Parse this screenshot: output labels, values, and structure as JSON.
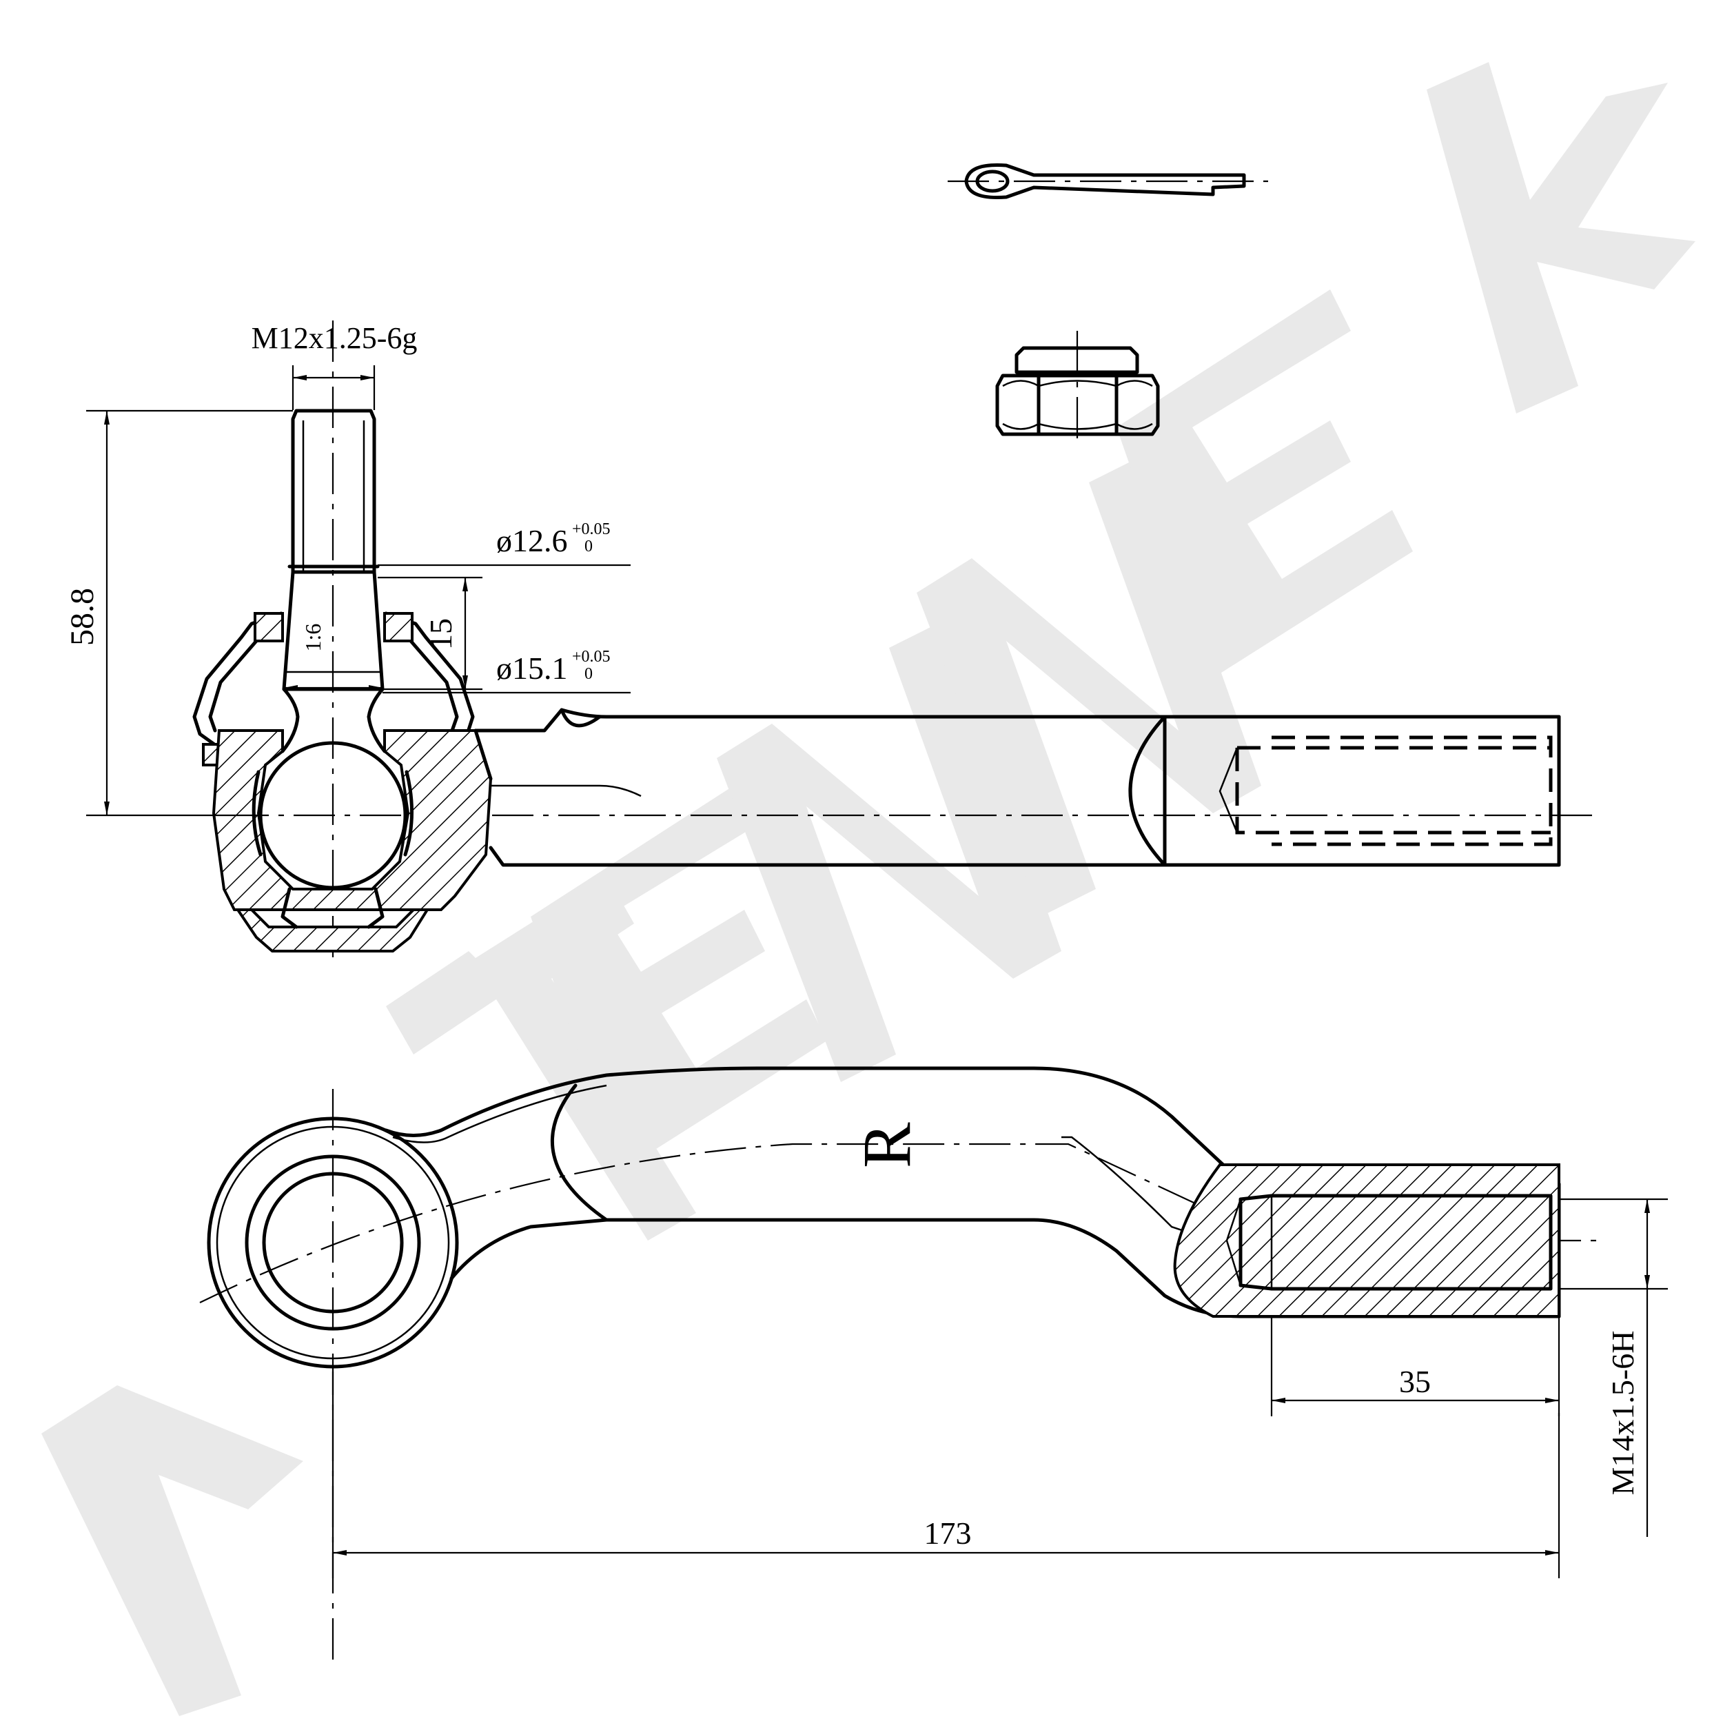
{
  "watermark": {
    "text": "ZENNEK",
    "color": "#e9e9e9"
  },
  "dimensions": {
    "stud_thread": "M12x1.25-6g",
    "height": "58.8",
    "dia_small": {
      "value": "ø12.6",
      "upper": "+0.05",
      "lower": "0"
    },
    "dia_large": {
      "value": "ø15.1",
      "upper": "+0.05",
      "lower": "0"
    },
    "taper_length": "15",
    "taper_ratio": "1:6",
    "thread_depth": "35",
    "total_length": "173",
    "inner_thread": "M14x1.5-6H"
  },
  "marking": "R",
  "parts": [
    "cotter-pin",
    "castle-nut",
    "tie-rod-end-side-view",
    "tie-rod-end-top-view"
  ]
}
